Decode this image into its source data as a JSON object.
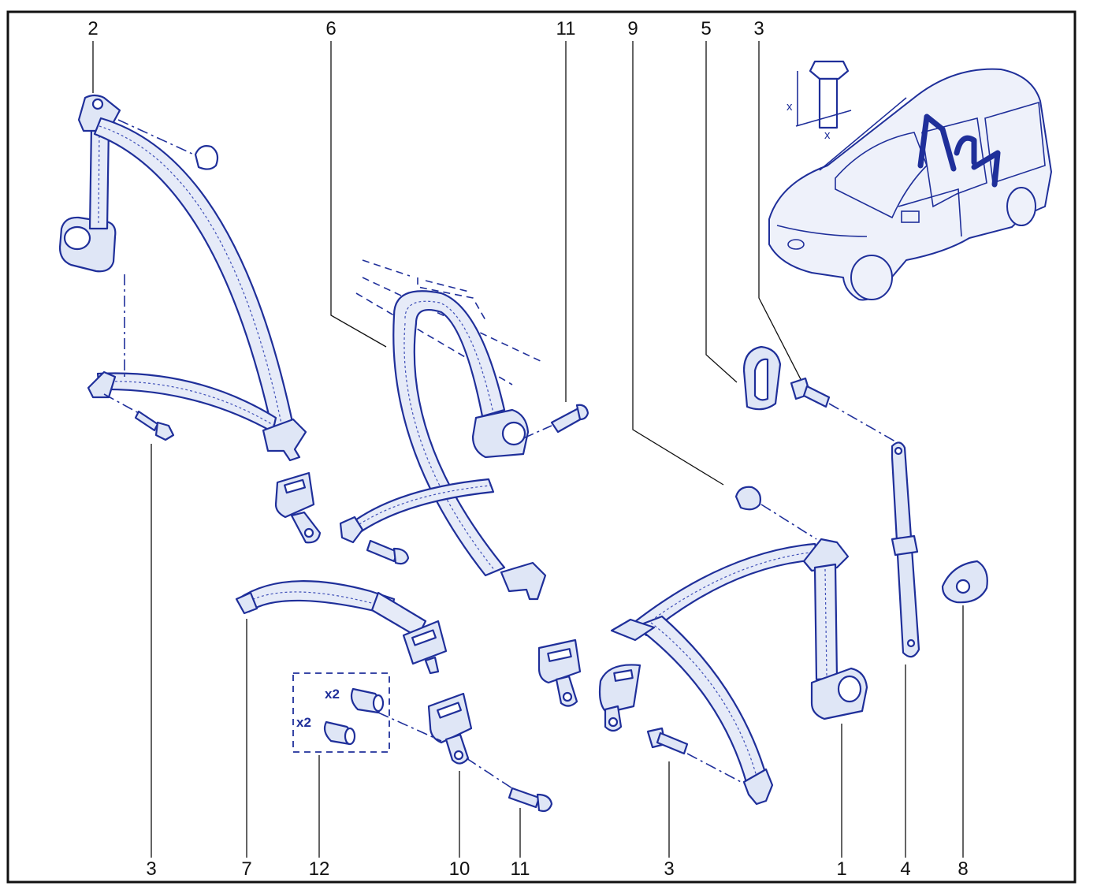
{
  "callouts": {
    "top": [
      "2",
      "6",
      "11",
      "9",
      "5",
      "3"
    ],
    "bottom": [
      "3",
      "7",
      "12",
      "10",
      "11",
      "3",
      "1",
      "4",
      "8"
    ]
  },
  "multipliers": [
    "x2",
    "x2"
  ],
  "inset_axis_labels": [
    "x",
    "x"
  ],
  "colors": {
    "line": "#1f2f9a",
    "fill": "#dfe6f6",
    "frame": "#111111"
  }
}
